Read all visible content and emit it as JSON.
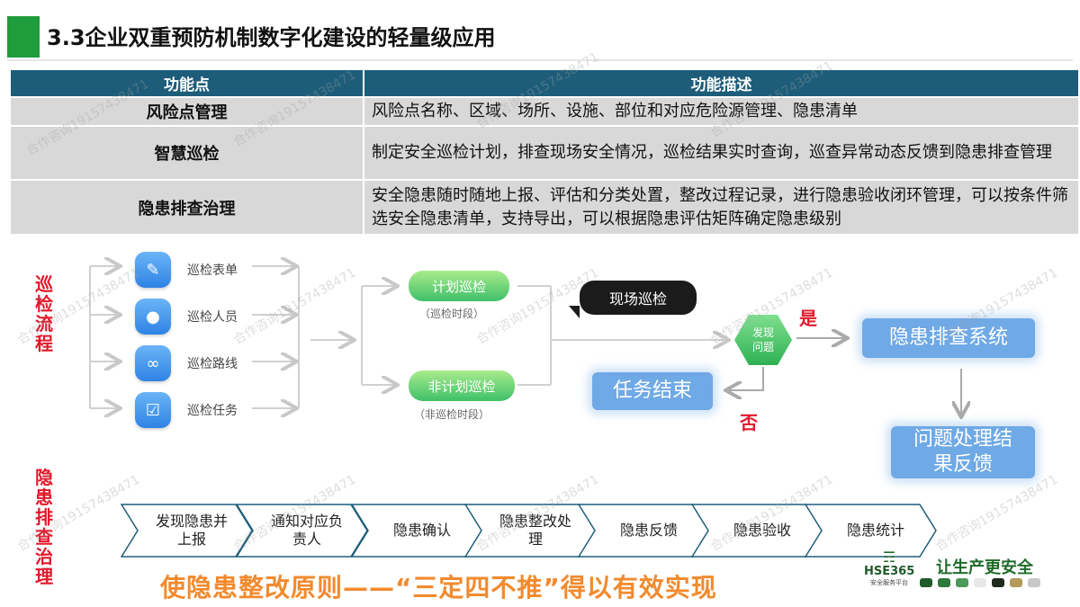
{
  "title": "3.3企业双重预防机制数字化建设的轻量级应用",
  "table": {
    "headers": [
      "功能点",
      "功能描述"
    ],
    "rows": [
      {
        "key": "风险点管理",
        "desc": "风险点名称、区域、场所、设施、部位和对应危险源管理、隐患清单"
      },
      {
        "key": "智慧巡检",
        "desc": "制定安全巡检计划，排查现场安全情况，巡检结果实时查询，巡查异常动态反馈到隐患排查管理"
      },
      {
        "key": "隐患排查治理",
        "desc": "安全隐患随时随地上报、评估和分类处置，整改过程记录，进行隐患验收闭环管理，可以按条件筛选安全隐患清单，支持导出，可以根据隐患评估矩阵确定隐患级别"
      }
    ]
  },
  "patrol_flow": {
    "label": "巡检流程",
    "items": [
      {
        "label": "巡检表单",
        "icon": "form-icon"
      },
      {
        "label": "巡检人员",
        "icon": "person-icon"
      },
      {
        "label": "巡检路线",
        "icon": "route-icon"
      },
      {
        "label": "巡检任务",
        "icon": "task-icon"
      }
    ],
    "planned": {
      "label": "计划巡检",
      "sub": "（巡检时段）"
    },
    "unplanned": {
      "label": "非计划巡检",
      "sub": "（非巡检时段）"
    },
    "onsite": "现场巡检",
    "decision": "发现问题",
    "yes": "是",
    "no": "否",
    "task_end": "任务结束",
    "hazard_system": "隐患排查系统",
    "result": "问题处理结果反馈"
  },
  "hazard_flow": {
    "label": "隐患排查治理",
    "steps": [
      "发现隐患并上报",
      "通知对应负责人",
      "隐患确认",
      "隐患整改处理",
      "隐患反馈",
      "隐患验收",
      "隐患统计"
    ]
  },
  "slogan": "使隐患整改原则——“三定四不推”得以有效实现",
  "brand": {
    "name": "HSE365",
    "sub": "安全服务平台",
    "tagline": "让生产更安全",
    "colors": [
      "#1f5a2a",
      "#2e7a3c",
      "#4c9a5a",
      "#e8e8e8",
      "#1f2a1f",
      "#b59a5a",
      "#c8c8c8"
    ]
  },
  "watermark": "合作咨询19157438471"
}
